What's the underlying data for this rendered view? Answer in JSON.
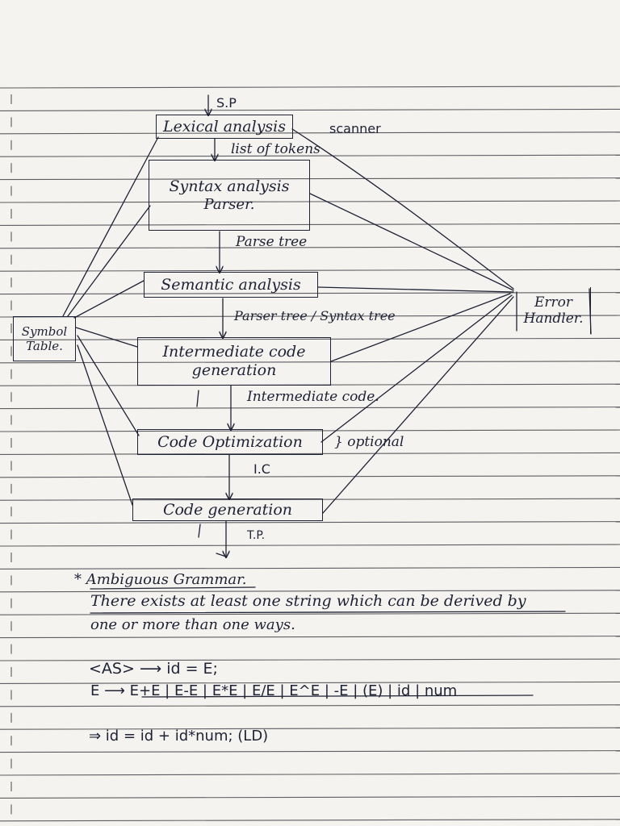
{
  "colors": {
    "paper": "#f4f3ef",
    "rule_line": "#2b2b33",
    "ink": "#1f2235"
  },
  "diagram": {
    "source_program_label": "S.P",
    "lexical_box": "Lexical analysis",
    "scanner_label": "scanner",
    "tokens_label": "list of tokens",
    "syntax_box_line1": "Syntax analysis",
    "syntax_box_line2": "Parser.",
    "parse_tree_label": "Parse tree",
    "semantic_box": "Semantic analysis",
    "parser_tree_label": "Parser tree / Syntax tree",
    "symbol_table_line1": "Symbol",
    "symbol_table_line2": "Table.",
    "error_handler_line1": "Error",
    "error_handler_line2": "Handler.",
    "intermediate_box_line1": "Intermediate code",
    "intermediate_box_line2": "generation",
    "intermediate_code_label": "Intermediate code.",
    "optimization_box": "Code Optimization",
    "optional_label": "} optional",
    "ic_label": "I.C",
    "codegen_box": "Code generation",
    "tp_label": "T.P."
  },
  "notes": {
    "heading": "* Ambiguous Grammar.",
    "definition_line1": "There exists at least one string which can be derived by",
    "definition_line2": "one or more than one ways.",
    "rule1": "<AS> ⟶ id = E;",
    "rule2": "E ⟶ E+E | E-E | E*E | E/E | E^E | -E | (E) | id | num",
    "derivation": "⇒ id = id + id*num;  (LD)"
  }
}
